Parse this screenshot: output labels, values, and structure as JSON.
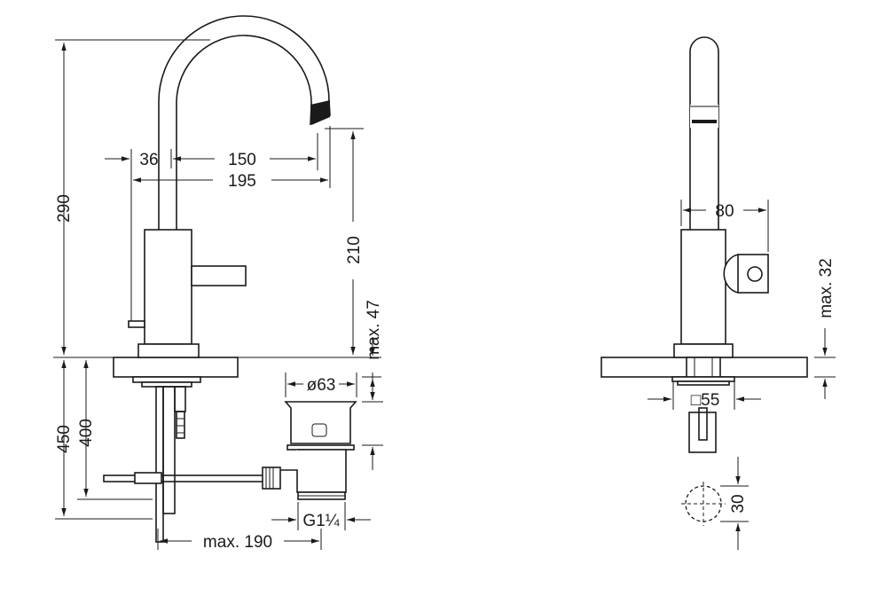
{
  "title": "Basin mixer dimension drawing",
  "colors": {
    "line": "#1a1a1a",
    "background": "#ffffff"
  },
  "side_view": {
    "dims": {
      "total_height": "290",
      "body_offset": "36",
      "spout_reach": "150",
      "total_reach": "195",
      "spout_height": "210",
      "max_counter": "max. 47",
      "below_450": "450",
      "below_400": "400",
      "drain_diameter": "ø63",
      "drain_thread": "G1¼",
      "rod_length": "max. 190"
    }
  },
  "front_view": {
    "dims": {
      "width": "80",
      "max_counter": "max. 32",
      "base_square": "□55",
      "hole": "30"
    }
  }
}
